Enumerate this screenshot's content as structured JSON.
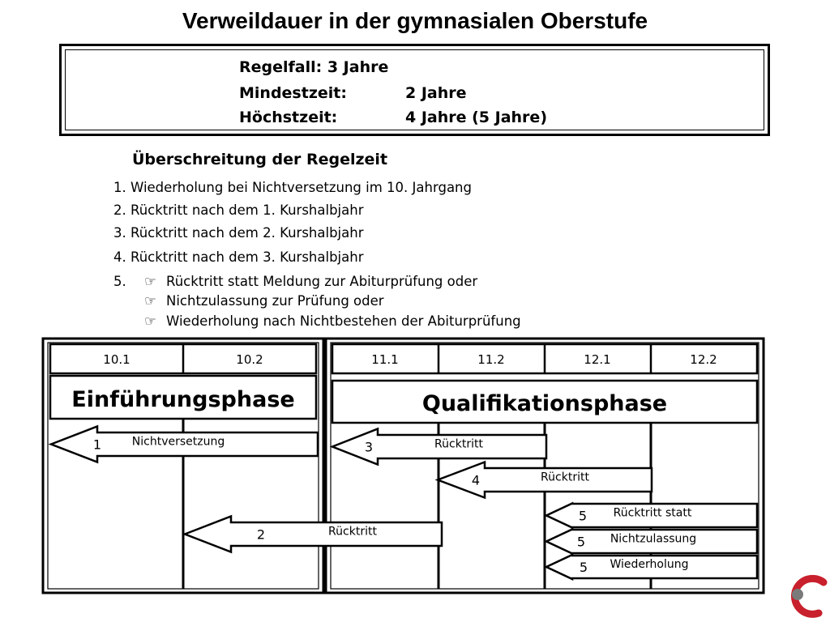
{
  "title": "Verweildauer in der gymnasialen Oberstufe",
  "rules": {
    "regelfall": "Regelfall: 3 Jahre",
    "mindest_label": "Mindestzeit:",
    "mindest_value": "2 Jahre",
    "hoechst_label": "Höchstzeit:",
    "hoechst_value": "4 Jahre (5 Jahre)"
  },
  "ueberschreitung": {
    "heading": "Überschreitung der Regelzeit",
    "items": [
      "1. Wiederholung bei Nichtversetzung im 10. Jahrgang",
      "2. Rücktritt nach dem 1. Kurshalbjahr",
      "3. Rücktritt nach dem 2. Kurshalbjahr",
      "4. Rücktritt nach dem 3. Kurshalbjahr"
    ],
    "item5_number": "5.",
    "item5_sub": [
      "Rücktritt statt Meldung zur Abiturprüfung oder",
      "Nichtzulassung zur Prüfung oder",
      "Wiederholung nach Nichtbestehen der Abiturprüfung"
    ],
    "bullet_glyph": "☞"
  },
  "diagram": {
    "left_semesters": [
      "10.1",
      "10.2"
    ],
    "right_semesters": [
      "11.1",
      "11.2",
      "12.1",
      "12.2"
    ],
    "left_phase": "Einführungsphase",
    "right_phase": "Qualifikationsphase",
    "arrows": [
      {
        "num": "1",
        "label": "Nichtversetzung"
      },
      {
        "num": "2",
        "label": "Rücktritt"
      },
      {
        "num": "3",
        "label": "Rücktritt"
      },
      {
        "num": "4",
        "label": "Rücktritt"
      },
      {
        "num": "5",
        "label": "Rücktritt statt"
      },
      {
        "num": "5",
        "label": "Nichtzulassung"
      },
      {
        "num": "5",
        "label": "Wiederholung"
      }
    ]
  },
  "colors": {
    "logo_red": "#c8202c",
    "logo_gray": "#7a7a7a",
    "line": "#000000"
  }
}
